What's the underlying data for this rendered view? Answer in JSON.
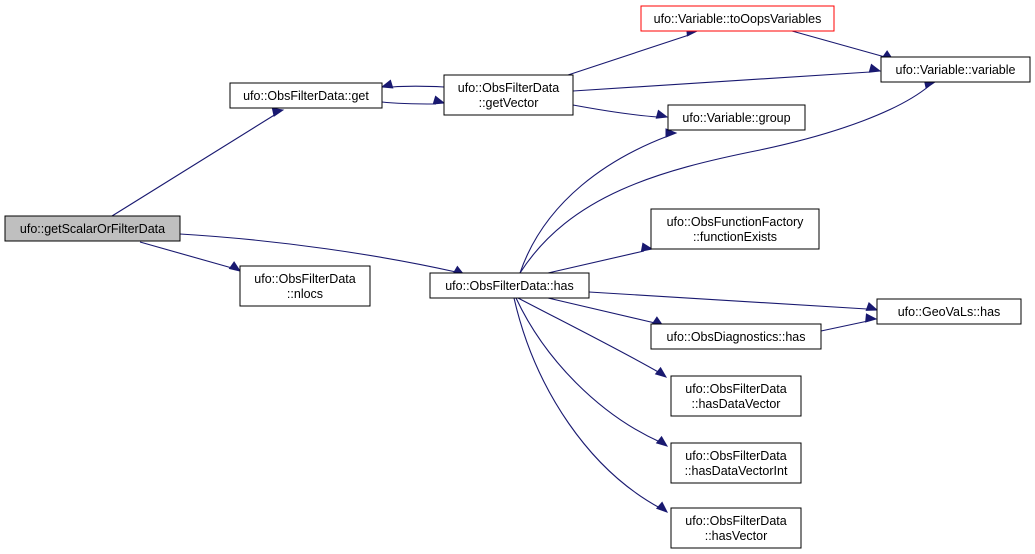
{
  "nodes": {
    "getScalarOrFilterData": {
      "lines": [
        "ufo::getScalarOrFilterData"
      ]
    },
    "obsfilterdata_get": {
      "lines": [
        "ufo::ObsFilterData::get"
      ]
    },
    "obsfilterdata_getvector": {
      "lines": [
        "ufo::ObsFilterData",
        "::getVector"
      ]
    },
    "variable_tooopsvariables": {
      "lines": [
        "ufo::Variable::toOopsVariables"
      ]
    },
    "variable_variable": {
      "lines": [
        "ufo::Variable::variable"
      ]
    },
    "variable_group": {
      "lines": [
        "ufo::Variable::group"
      ]
    },
    "obsfilterdata_nlocs": {
      "lines": [
        "ufo::ObsFilterData",
        "::nlocs"
      ]
    },
    "obsfilterdata_has": {
      "lines": [
        "ufo::ObsFilterData::has"
      ]
    },
    "obsfunctionfactory_functionexists": {
      "lines": [
        "ufo::ObsFunctionFactory",
        "::functionExists"
      ]
    },
    "geovals_has": {
      "lines": [
        "ufo::GeoVaLs::has"
      ]
    },
    "obsdiagnostics_has": {
      "lines": [
        "ufo::ObsDiagnostics::has"
      ]
    },
    "obsfilterdata_hasdatavector": {
      "lines": [
        "ufo::ObsFilterData",
        "::hasDataVector"
      ]
    },
    "obsfilterdata_hasdatavectorint": {
      "lines": [
        "ufo::ObsFilterData",
        "::hasDataVectorInt"
      ]
    },
    "obsfilterdata_hasvector": {
      "lines": [
        "ufo::ObsFilterData",
        "::hasVector"
      ]
    }
  },
  "edges": [
    [
      "getScalarOrFilterData",
      "obsfilterdata_get"
    ],
    [
      "getScalarOrFilterData",
      "obsfilterdata_nlocs"
    ],
    [
      "getScalarOrFilterData",
      "obsfilterdata_has"
    ],
    [
      "obsfilterdata_get",
      "obsfilterdata_getvector"
    ],
    [
      "obsfilterdata_getvector",
      "obsfilterdata_get"
    ],
    [
      "obsfilterdata_getvector",
      "variable_tooopsvariables"
    ],
    [
      "obsfilterdata_getvector",
      "variable_variable"
    ],
    [
      "obsfilterdata_getvector",
      "variable_group"
    ],
    [
      "variable_tooopsvariables",
      "variable_variable"
    ],
    [
      "obsfilterdata_has",
      "variable_group"
    ],
    [
      "obsfilterdata_has",
      "variable_variable"
    ],
    [
      "obsfilterdata_has",
      "obsfunctionfactory_functionexists"
    ],
    [
      "obsfilterdata_has",
      "geovals_has"
    ],
    [
      "obsfilterdata_has",
      "obsdiagnostics_has"
    ],
    [
      "obsfilterdata_has",
      "obsfilterdata_hasdatavector"
    ],
    [
      "obsfilterdata_has",
      "obsfilterdata_hasdatavectorint"
    ],
    [
      "obsfilterdata_has",
      "obsfilterdata_hasvector"
    ],
    [
      "obsdiagnostics_has",
      "geovals_has"
    ]
  ],
  "colors": {
    "edge": "#191970",
    "root_fill": "#bfbfbf",
    "highlight_border": "#ff0000"
  }
}
